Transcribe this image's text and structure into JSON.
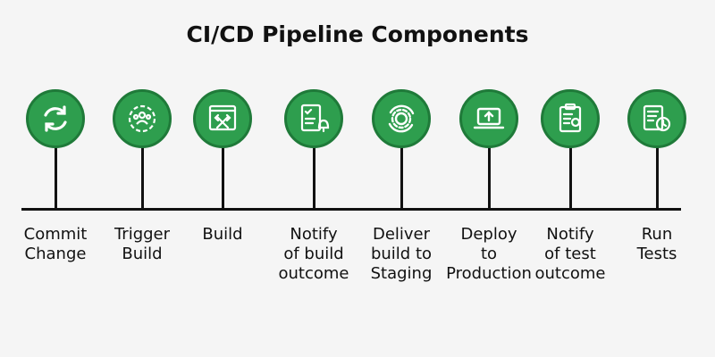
{
  "title": "CI/CD Pipeline Components",
  "colors": {
    "accent": "#2e9e4e",
    "accent_border": "#1f7a39",
    "line": "#111111",
    "background": "#f5f5f5"
  },
  "stages": [
    {
      "label": "Commit\nChange",
      "icon": "refresh-cycle-icon"
    },
    {
      "label": "Trigger\nBuild",
      "icon": "team-gear-icon"
    },
    {
      "label": "Build",
      "icon": "code-tools-icon"
    },
    {
      "label": "Notify\nof build\noutcome",
      "icon": "checklist-bell-icon"
    },
    {
      "label": "Deliver\nbuild to\nStaging",
      "icon": "gear-refresh-icon"
    },
    {
      "label": "Deploy\nto\nProduction",
      "icon": "laptop-upload-icon"
    },
    {
      "label": "Notify\nof test\noutcome",
      "icon": "clipboard-check-icon"
    },
    {
      "label": "Run\nTests",
      "icon": "test-report-stopwatch-icon"
    }
  ]
}
